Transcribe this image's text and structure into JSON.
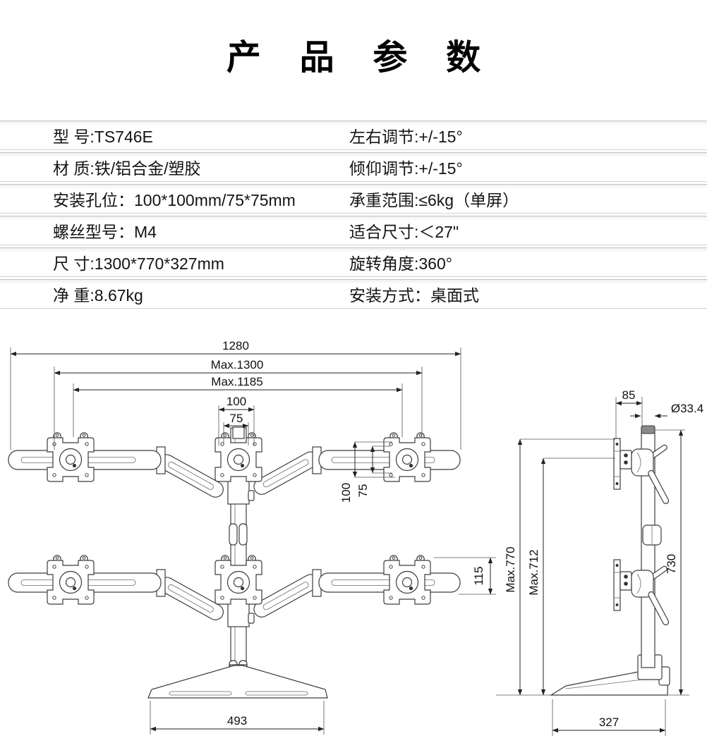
{
  "title": "产 品 参 数",
  "spec_table": {
    "rows": [
      {
        "left": "型  号:TS746E",
        "right": "左右调节:+/-15°"
      },
      {
        "left": "材  质:铁/铝合金/塑胶",
        "right": "倾仰调节:+/-15°"
      },
      {
        "left": "安装孔位：100*100mm/75*75mm",
        "right": "承重范围:≤6kg（单屏）"
      },
      {
        "left": "螺丝型号：M4",
        "right": "适合尺寸:＜27\""
      },
      {
        "left": "尺  寸:1300*770*327mm",
        "right": "旋转角度:360°"
      },
      {
        "left": "净  重:8.67kg",
        "right": "安装方式：桌面式"
      }
    ]
  },
  "diagram": {
    "front": {
      "d1280": "1280",
      "dmax1300": "Max.1300",
      "dmax1185": "Max.1185",
      "d100h": "100",
      "d75h": "75",
      "d100v": "100",
      "d75v": "75",
      "d115": "115",
      "d493": "493"
    },
    "side": {
      "d85": "85",
      "dia": "Ø33.4",
      "dmax770": "Max.770",
      "dmax712": "Max.712",
      "d730": "730",
      "d327": "327"
    }
  }
}
